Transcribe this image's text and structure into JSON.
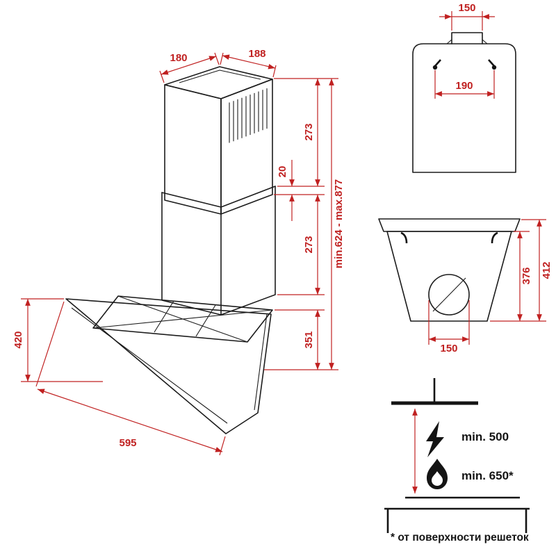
{
  "drawing": {
    "colors": {
      "line": "#1c1c1c",
      "dimension": "#c02121",
      "background": "#ffffff"
    },
    "main_view": {
      "chimney_depth": "180",
      "chimney_width": "188",
      "upper_section_height": "273",
      "telescopic_overlap": "20",
      "lower_section_height": "273",
      "hood_body_height": "351",
      "height_range": "min.624 - max.877",
      "glass_panel_height": "420",
      "hood_width": "595"
    },
    "top_view": {
      "duct_width": "150",
      "mounting_holes_spacing": "190"
    },
    "rear_view": {
      "body_height": "376",
      "overall_height": "412",
      "outlet_width": "150"
    },
    "installation_view": {
      "electric_hob_clearance": "min. 500",
      "gas_hob_clearance": "min. 650*",
      "footnote": "* от поверхности решеток"
    }
  }
}
